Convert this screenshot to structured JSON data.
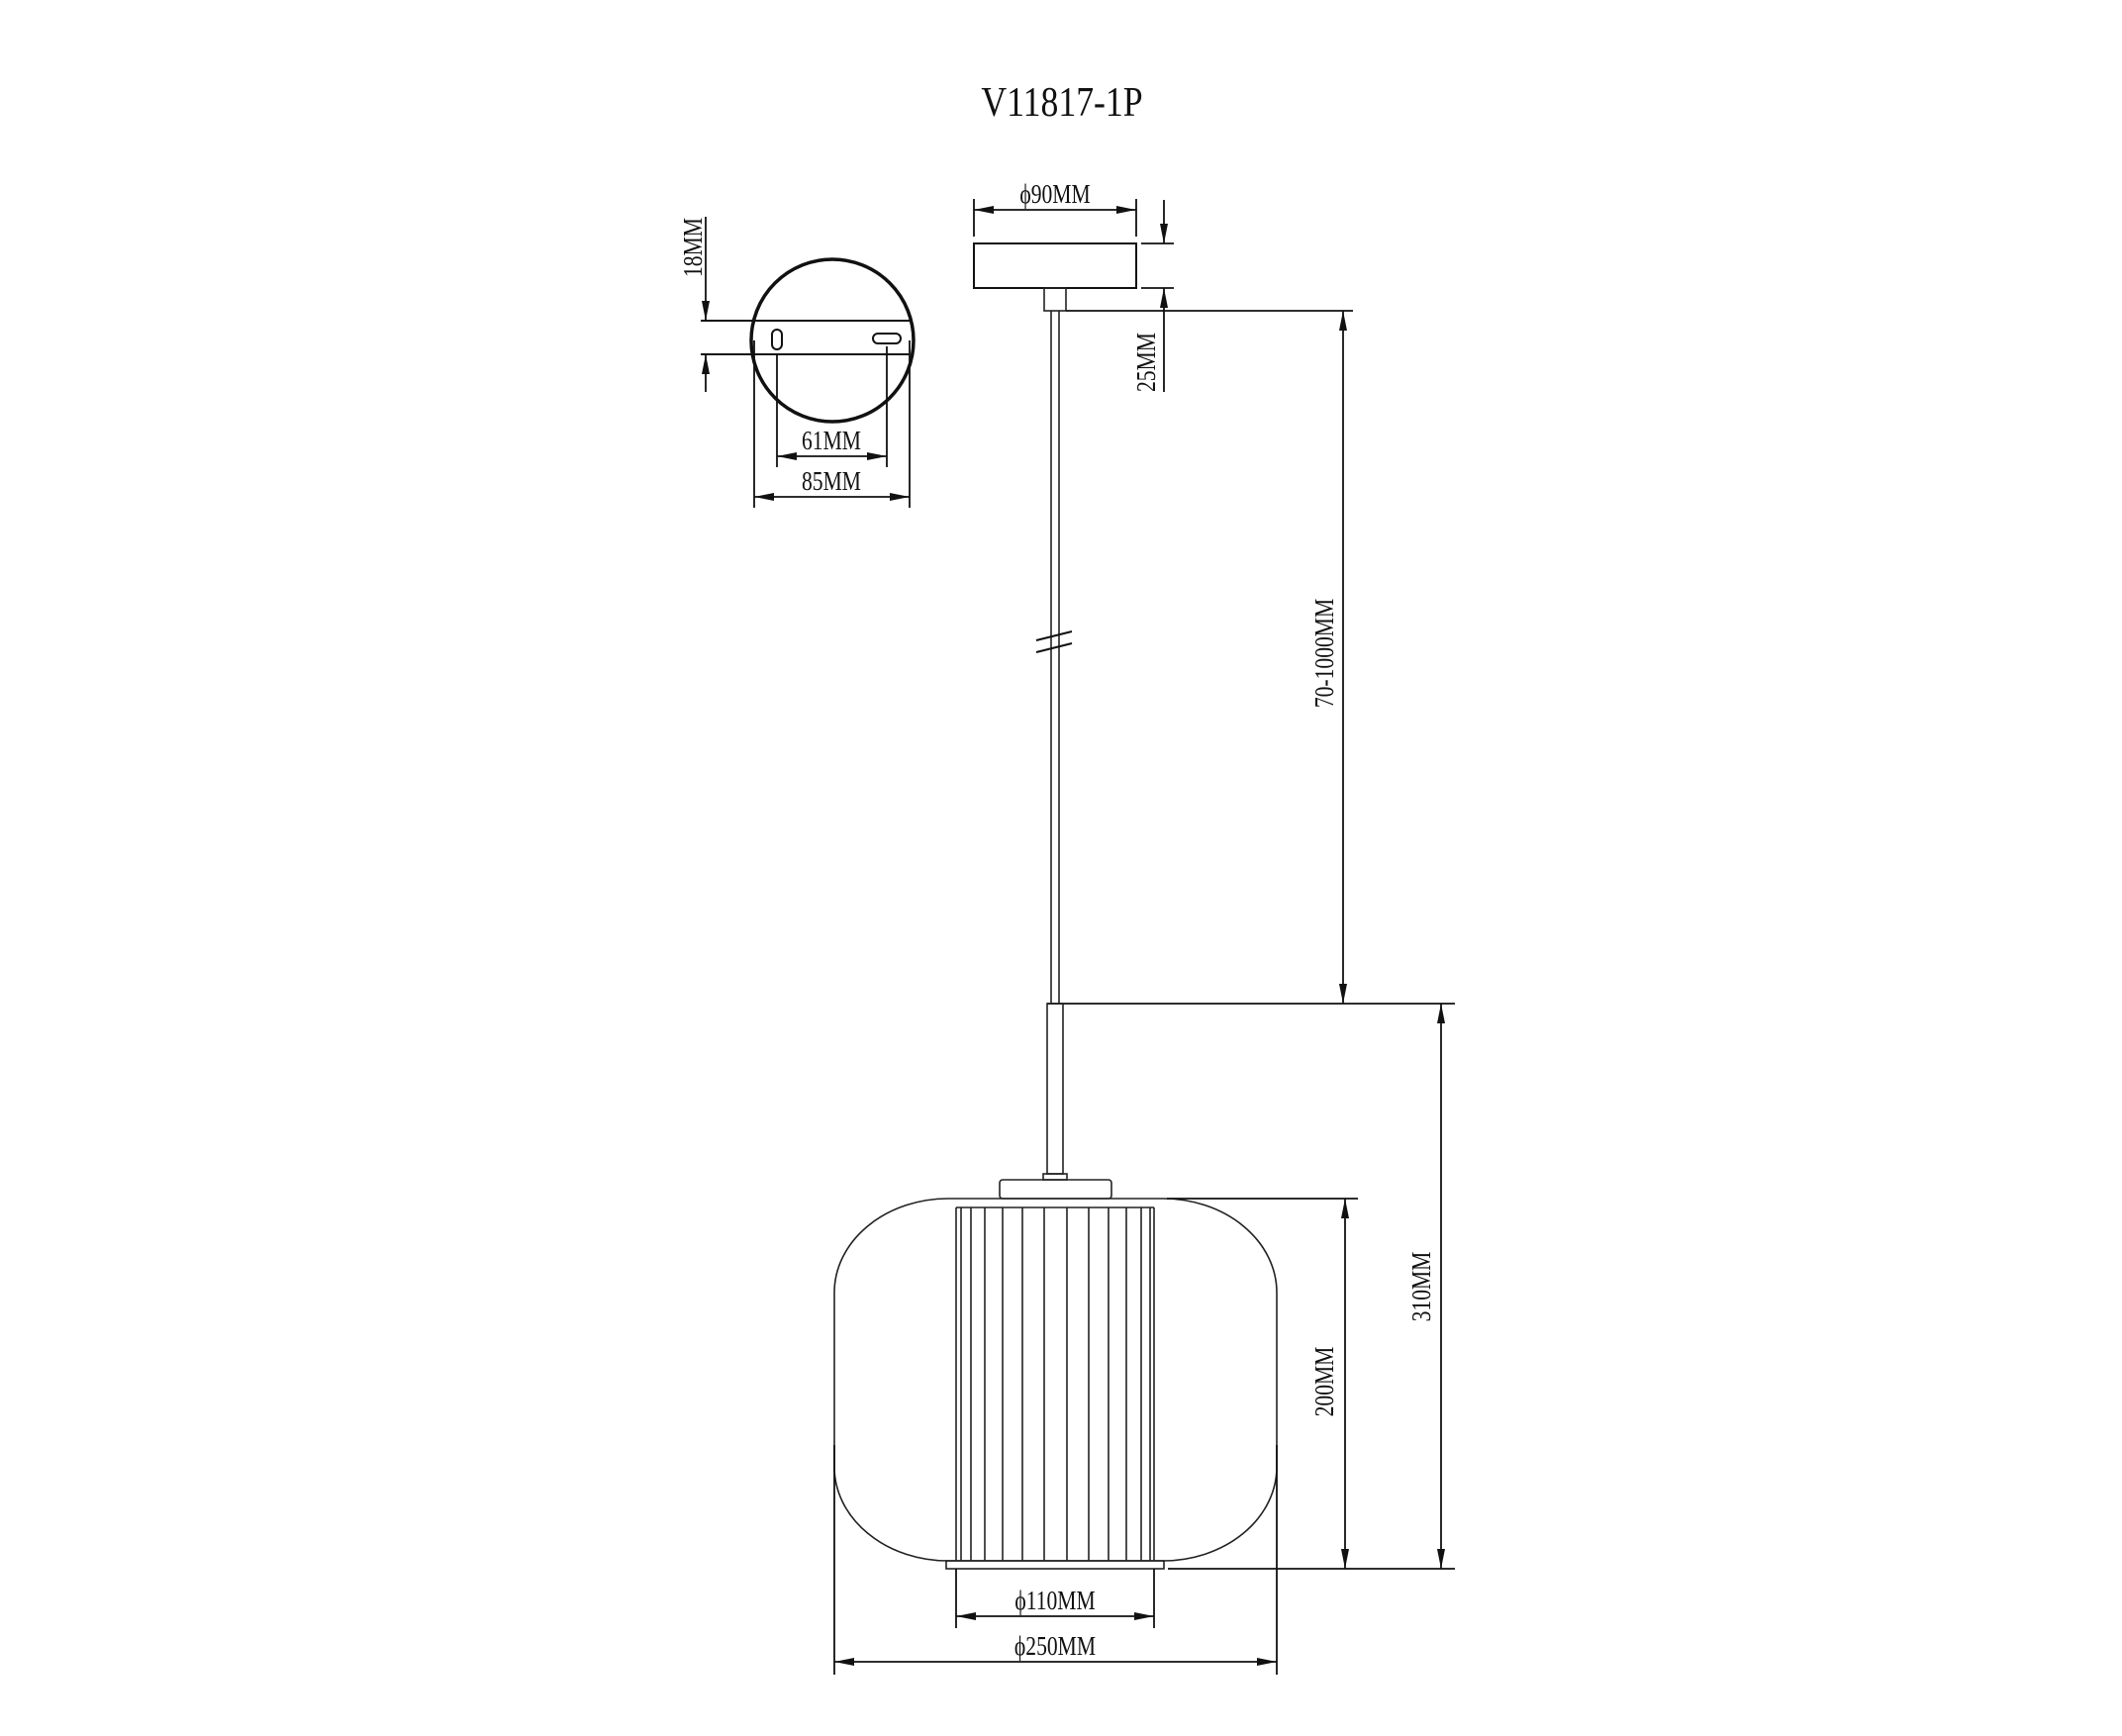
{
  "title": "V11817-1P",
  "dimensions": {
    "canopy_plate_height": "18MM",
    "mounting_hole_spacing": "61MM",
    "mounting_plate_width": "85MM",
    "canopy_diameter": "ϕ90MM",
    "canopy_height": "25MM",
    "rod_length": "70-1000MM",
    "total_shade_height": "310MM",
    "glass_height": "200MM",
    "inner_diameter": "ϕ110MM",
    "shade_diameter": "ϕ250MM"
  }
}
